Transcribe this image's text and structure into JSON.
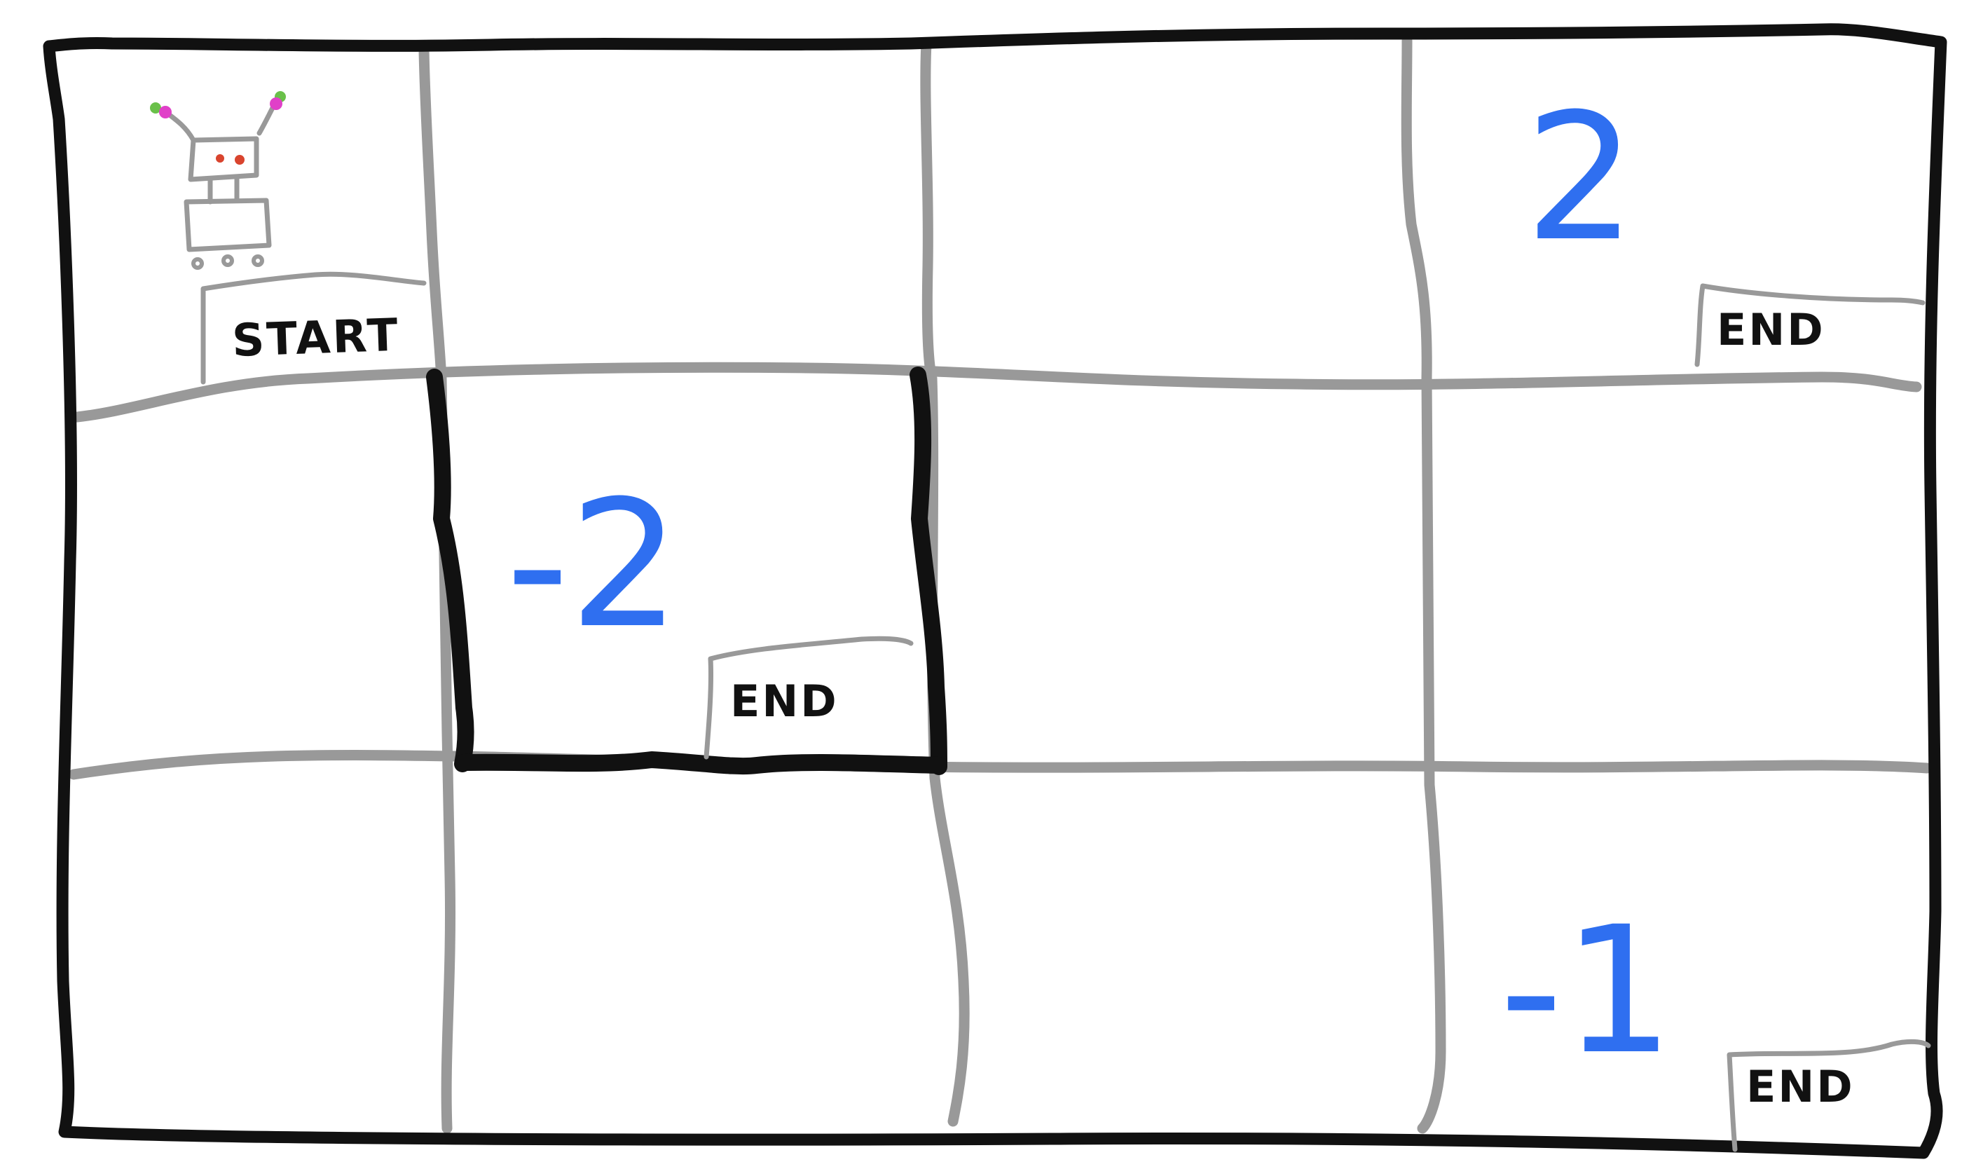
{
  "grid": {
    "rows": 3,
    "cols": 4
  },
  "labels": {
    "start": "START",
    "end": "END"
  },
  "cells": [
    {
      "row": 0,
      "col": 0,
      "reward": "",
      "tag": "START",
      "agent": true
    },
    {
      "row": 0,
      "col": 3,
      "reward": "2",
      "tag": "END",
      "agent": false
    },
    {
      "row": 1,
      "col": 1,
      "reward": "-2",
      "tag": "END",
      "agent": false
    },
    {
      "row": 2,
      "col": 3,
      "reward": "-1",
      "tag": "END",
      "agent": false
    }
  ],
  "colors": {
    "reward": "#2f6ff0",
    "grid_line": "#999999",
    "wall": "#111111",
    "robot_eyes": "#d9442e",
    "antenna_tip": "#e040c8",
    "antenna_tip_alt": "#6ac04a"
  },
  "icons": [
    "robot-icon"
  ]
}
